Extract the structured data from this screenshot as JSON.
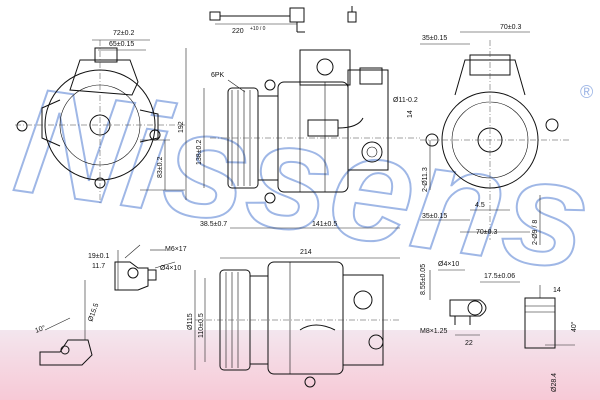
{
  "watermark": {
    "brand": "Nissens",
    "mark": "®",
    "color": "#9fb7e6"
  },
  "band_color": "#f7c9d6",
  "dimensions": {
    "d72": "72±0.2",
    "d65": "65±0.15",
    "d220": "220",
    "d220tol": "+10 / 0",
    "d6pk": "6PK",
    "d192": "192",
    "d138": "138±0.2",
    "d83": "83±0.2",
    "d385": "38.5±0.7",
    "d141": "141±0.5",
    "dphi11": "Ø11-0.2",
    "d14a": "14",
    "d35top": "35±0.15",
    "d70top": "70±0.3",
    "d113": "2-Ø11.3",
    "d45": "4.5",
    "d35bot": "35±0.15",
    "d70bot": "70±0.3",
    "dphi8": "2-Ø9 / 8",
    "d214": "214",
    "dm6": "M6×17",
    "d19": "19±0.1",
    "d117": "11.7",
    "d4x10a": "Ø4×10",
    "dphi115": "Ø115",
    "d110": "110±0.5",
    "d855": "8.55±0.05",
    "d4x10b": "Ø4×10",
    "d175": "17.5±0.06",
    "d14b": "14",
    "d22": "22",
    "dm8": "M8×1.25",
    "d40": "40°",
    "d284": "Ø28.4",
    "d155": "Ø15.5",
    "d10": "10°"
  }
}
